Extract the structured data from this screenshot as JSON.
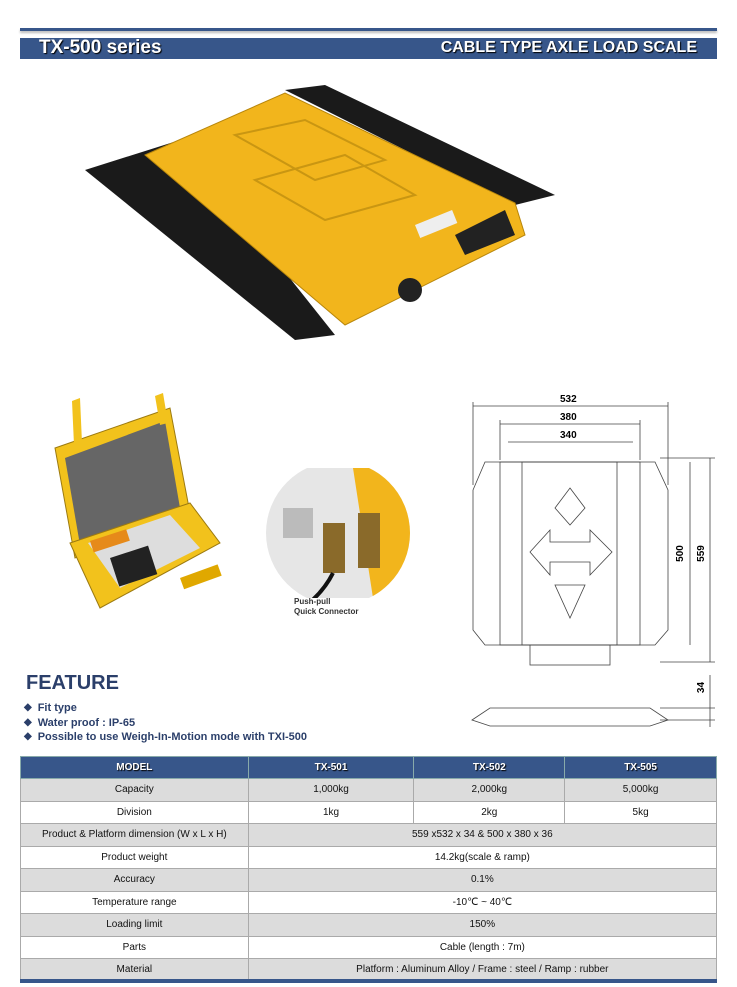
{
  "header": {
    "series": "TX-500 series",
    "product_type": "CABLE TYPE  AXLE LOAD SCALE"
  },
  "connector_caption": {
    "line1": "Push-pull",
    "line2": "Quick Connector"
  },
  "drawing": {
    "dimensions": [
      "532",
      "380",
      "340",
      "500",
      "559",
      "34"
    ]
  },
  "feature": {
    "title": "FEATURE",
    "items": [
      "Fit type",
      "Water proof : IP-65",
      "Possible to use  Weigh-In-Motion mode with TXI-500"
    ]
  },
  "spec_table": {
    "headers": [
      "MODEL",
      "TX-501",
      "TX-502",
      "TX-505"
    ],
    "rows": [
      {
        "label": "Capacity",
        "values": [
          "1,000kg",
          "2,000kg",
          "5,000kg"
        ]
      },
      {
        "label": "Division",
        "values": [
          "1kg",
          "2kg",
          "5kg"
        ]
      },
      {
        "label": "Product & Platform dimension (W x L x H)",
        "value": "559 x532 x 34  &  500  x 380  x 36"
      },
      {
        "label": "Product weight",
        "value": "14.2kg(scale & ramp)"
      },
      {
        "label": "Accuracy",
        "value": "0.1%"
      },
      {
        "label": "Temperature range",
        "value": "-10℃ ~ 40℃"
      },
      {
        "label": "Loading limit",
        "value": "150%"
      },
      {
        "label": "Parts",
        "value": "Cable (length : 7m)"
      },
      {
        "label": "Material",
        "value": "Platform : Aluminum Alloy / Frame : steel / Ramp : rubber"
      }
    ]
  },
  "colors": {
    "brand": "#37568a",
    "scale_yellow": "#f2b51c"
  }
}
